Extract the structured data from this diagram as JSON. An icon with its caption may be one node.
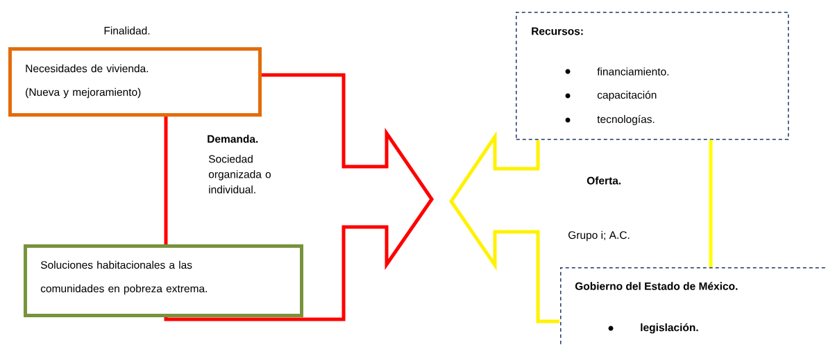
{
  "diagram": {
    "nodes": [
      {
        "text": [
          "Finalidad.",
          "Necesidades de vivienda. (Nueva y mejoramiento)"
        ]
      },
      {
        "text": [
          "Soluciones habitacionales a las comunidades en pobreza extrema."
        ]
      },
      {
        "text": [
          "Recursos:",
          "financiamiento.",
          "capacitación",
          "tecnologías."
        ]
      },
      {
        "text": [
          "Gobierno del Estado de México.",
          "legislación."
        ]
      }
    ],
    "edges": [
      {
        "from": 0,
        "to": 1,
        "arrow": "none",
        "color": "#ff0000"
      },
      {
        "from": 2,
        "to": 3,
        "arrow": "none",
        "color": "#ffff00"
      }
    ],
    "labels": [
      "Demanda.",
      "Sociedad organizada o individual.",
      "Oferta.",
      "Grupo i; A.C."
    ]
  }
}
